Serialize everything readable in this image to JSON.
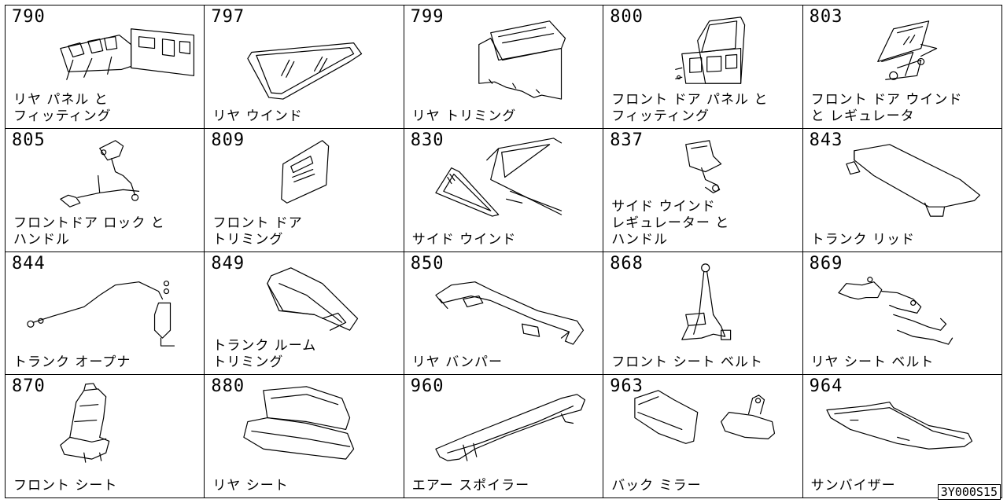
{
  "cells": [
    {
      "code": "790",
      "label": [
        "リヤ パネル と",
        "フィッティング"
      ],
      "icon": "rear-panel-icon"
    },
    {
      "code": "797",
      "label": [
        "リヤ ウインド"
      ],
      "icon": "rear-window-icon"
    },
    {
      "code": "799",
      "label": [
        "リヤ トリミング"
      ],
      "icon": "rear-trim-icon"
    },
    {
      "code": "800",
      "label": [
        "フロント ドア パネル と",
        "フィッティング"
      ],
      "icon": "front-door-panel-icon"
    },
    {
      "code": "803",
      "label": [
        "フロント ドア ウインド",
        "と レギュレータ"
      ],
      "icon": "door-window-regulator-icon"
    },
    {
      "code": "805",
      "label": [
        "フロントドア ロック と",
        "ハンドル"
      ],
      "icon": "door-lock-icon"
    },
    {
      "code": "809",
      "label": [
        "フロント ドア",
        "トリミング"
      ],
      "icon": "door-trim-icon"
    },
    {
      "code": "830",
      "label": [
        "サイド ウインド"
      ],
      "icon": "side-window-icon"
    },
    {
      "code": "837",
      "label": [
        "サイド ウインド",
        "レギュレーター と",
        "ハンドル"
      ],
      "icon": "side-window-regulator-icon"
    },
    {
      "code": "843",
      "label": [
        "トランク リッド"
      ],
      "icon": "trunk-lid-icon"
    },
    {
      "code": "844",
      "label": [
        "トランク オープナ"
      ],
      "icon": "trunk-opener-icon"
    },
    {
      "code": "849",
      "label": [
        "トランク ルーム",
        "トリミング"
      ],
      "icon": "trunk-room-trim-icon"
    },
    {
      "code": "850",
      "label": [
        "リヤ バンパー"
      ],
      "icon": "rear-bumper-icon"
    },
    {
      "code": "868",
      "label": [
        "フロント シート ベルト"
      ],
      "icon": "front-seat-belt-icon"
    },
    {
      "code": "869",
      "label": [
        "リヤ シート ベルト"
      ],
      "icon": "rear-seat-belt-icon"
    },
    {
      "code": "870",
      "label": [
        "フロント シート"
      ],
      "icon": "front-seat-icon"
    },
    {
      "code": "880",
      "label": [
        "リヤ シート"
      ],
      "icon": "rear-seat-icon"
    },
    {
      "code": "960",
      "label": [
        "エアー スポイラー"
      ],
      "icon": "air-spoiler-icon"
    },
    {
      "code": "963",
      "label": [
        "バック ミラー"
      ],
      "icon": "mirror-icon"
    },
    {
      "code": "964",
      "label": [
        "サンバイザー"
      ],
      "icon": "sun-visor-icon"
    }
  ],
  "reference_code": "3Y000S15",
  "colors": {
    "line": "#000000",
    "background": "#ffffff"
  }
}
